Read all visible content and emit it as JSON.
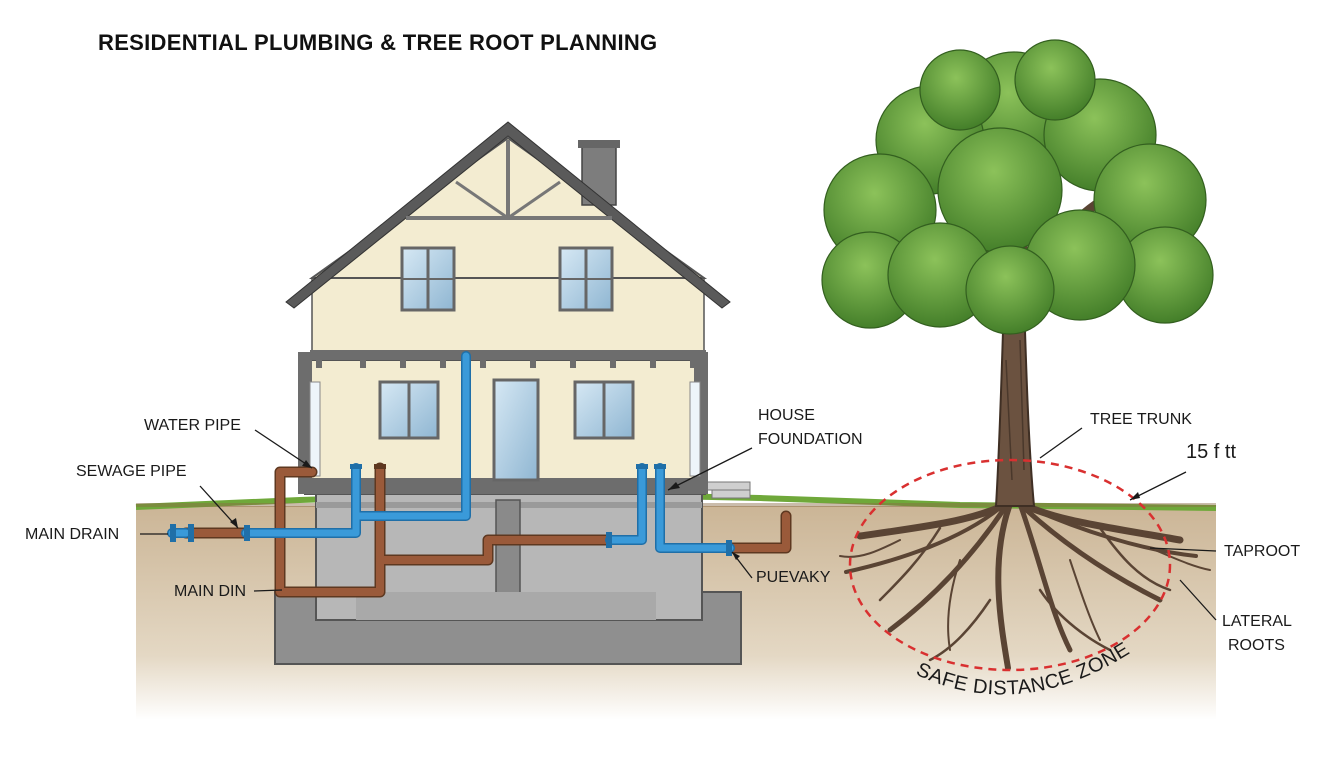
{
  "title": "RESIDENTIAL PLUMBING & TREE ROOT PLANNING",
  "labels": {
    "water_pipe": "WATER PIPE",
    "sewage_pipe": "SEWAGE PIPE",
    "main_drain": "MAIN DRAIN",
    "main_din": "MAIN DIN",
    "house_foundation_1": "HOUSE",
    "house_foundation_2": "FOUNDATION",
    "puevaky": "PUEVAKY",
    "tree_trunk": "TREE TRUNK",
    "distance": "15 f tt",
    "taproot": "TAPROOT",
    "lateral_roots_1": "LATERAL",
    "lateral_roots_2": "ROOTS",
    "safe_zone": "SAFE DISTANCE ZONE"
  },
  "colors": {
    "water_pipe": "#3a9ad9",
    "sewage_pipe": "#9a5a3a",
    "safe_zone": "#d93030",
    "house_wall": "#f3ecd1",
    "roof": "#5a5a5a",
    "grass": "#6fa83a",
    "foliage": "#5c9a35"
  }
}
